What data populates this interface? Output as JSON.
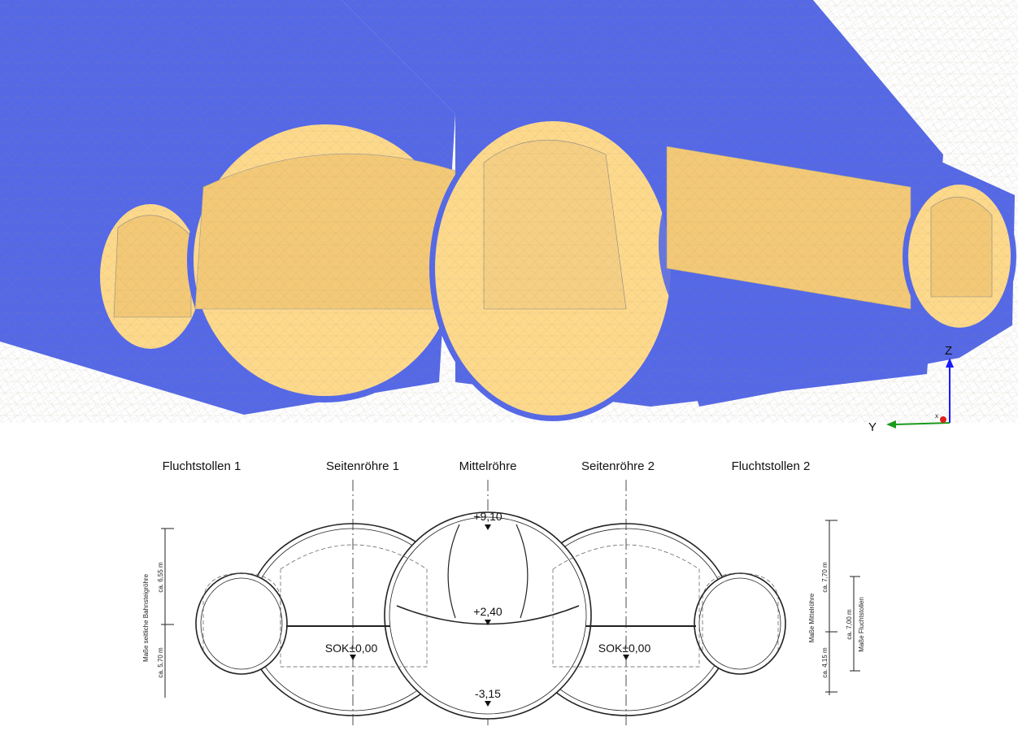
{
  "render": {
    "axes": {
      "z_label": "Z",
      "y_label": "Y",
      "x_label": "x"
    },
    "colors": {
      "lining": "#5468e8",
      "rock": "#fdd98c",
      "mesh": "#888888",
      "z_axis": "#1a1aff",
      "y_axis": "#1a9a1a",
      "x_axis": "#e02020"
    }
  },
  "section": {
    "tube_labels": [
      "Fluchtstollen 1",
      "Seitenröhre 1",
      "Mittelröhre",
      "Seitenröhre 2",
      "Fluchtstollen 2"
    ],
    "levels": {
      "top": "+9,10",
      "mid": "+2,40",
      "bottom": "-3,15",
      "sok_left": "SOK±0,00",
      "sok_right": "SOK±0,00"
    },
    "dims_left": {
      "title": "Maße seitliche Bahnsteigröhre",
      "upper": "ca. 6,55 m",
      "lower": "ca. 5,70 m"
    },
    "dims_right": {
      "title_mid": "Maße Mittelröhre",
      "upper": "ca. 7,70 m",
      "lower": "ca. 4,15 m",
      "flucht": "ca. 7,00 m",
      "title_flucht": "Maße Fluchtstollen"
    }
  }
}
